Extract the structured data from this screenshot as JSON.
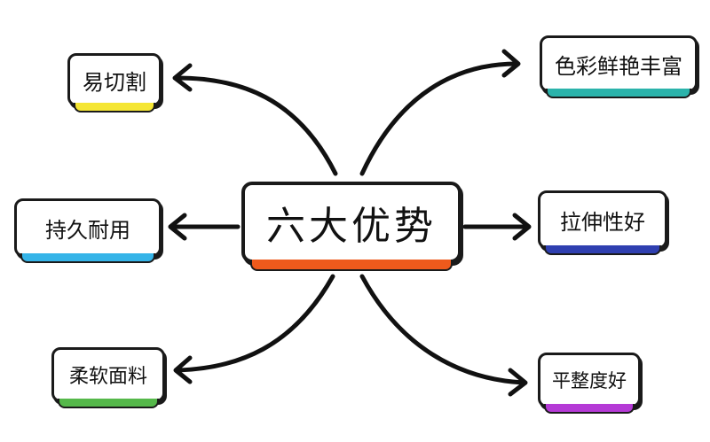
{
  "title": "六大优势",
  "branches": [
    {
      "id": "tl",
      "label": "易切割",
      "bar_color": "#f5e634"
    },
    {
      "id": "ml",
      "label": "持久耐用",
      "bar_color": "#35b4e8"
    },
    {
      "id": "bl",
      "label": "柔软面料",
      "bar_color": "#55b84a"
    },
    {
      "id": "tr",
      "label": "色彩鲜艳丰富",
      "bar_color": "#2bb3ab"
    },
    {
      "id": "mr",
      "label": "拉伸性好",
      "bar_color": "#2f3fb0"
    },
    {
      "id": "br",
      "label": "平整度好",
      "bar_color": "#b53ad6"
    }
  ],
  "center_bar_color": "#ee5a1c"
}
